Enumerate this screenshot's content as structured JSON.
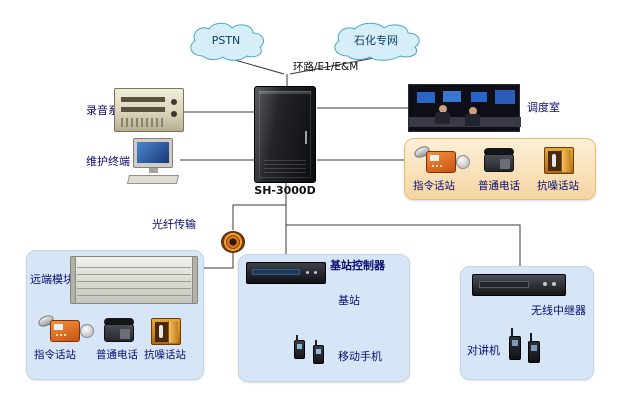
{
  "clouds": {
    "pstn": "PSTN",
    "petro": "石化专网"
  },
  "trunk_label": "环路/E1/E&M",
  "center": {
    "cabinet_label": "SH-3000D"
  },
  "left": {
    "recording": "录音系统",
    "terminal": "维护终端"
  },
  "dispatch": {
    "label": "调度室"
  },
  "phone_box": {
    "command": "指令话站",
    "ordinary": "普通电话",
    "noise": "抗噪话站"
  },
  "fiber": {
    "label": "光纤传输"
  },
  "remote_box": {
    "title": "远端模块",
    "command": "指令话站",
    "ordinary": "普通电话",
    "noise": "抗噪话站"
  },
  "bts_box": {
    "controller": "基站控制器",
    "station": "基站",
    "mobile": "移动手机"
  },
  "repeater_box": {
    "repeater": "无线中继器",
    "intercom": "对讲机"
  },
  "colors": {
    "panel_blue": "#d7e6f6",
    "panel_warm": "#f5d5a2",
    "cloud_fill": "#d6eef8",
    "label_navy": "#0a0a70"
  }
}
